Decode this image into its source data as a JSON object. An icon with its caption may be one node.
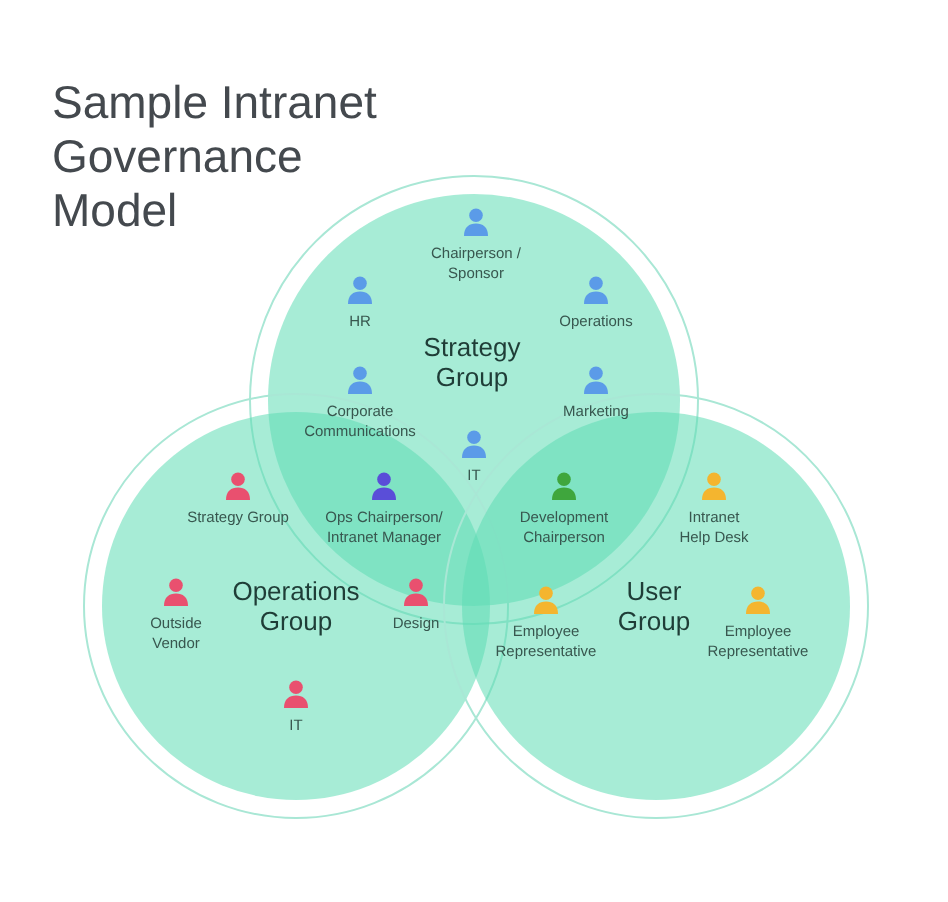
{
  "diagram": {
    "title": "Sample Intranet Governance Model",
    "nodes": [
      {
        "text": [
          "Strategy Group"
        ]
      },
      {
        "text": [
          "Chairperson / Sponsor"
        ],
        "in": 0
      },
      {
        "text": [
          "HR"
        ],
        "in": 0
      },
      {
        "text": [
          "Operations"
        ],
        "in": 0
      },
      {
        "text": [
          "Corporate Communications"
        ],
        "in": 0
      },
      {
        "text": [
          "Marketing"
        ],
        "in": 0
      },
      {
        "text": [
          "IT"
        ],
        "in": 0
      },
      {
        "text": [
          "Operations Group"
        ]
      },
      {
        "text": [
          "Strategy Group"
        ],
        "in": 7
      },
      {
        "text": [
          "Ops Chairperson/ Intranet Manager"
        ]
      },
      {
        "text": [
          "Outside Vendor"
        ],
        "in": 7
      },
      {
        "text": [
          "Design"
        ],
        "in": 7
      },
      {
        "text": [
          "IT"
        ],
        "in": 7
      },
      {
        "text": [
          "User Group"
        ]
      },
      {
        "text": [
          "Development Chairperson"
        ]
      },
      {
        "text": [
          "Intranet Help Desk"
        ],
        "in": 13
      },
      {
        "text": [
          "Employee Representative"
        ],
        "in": 13
      },
      {
        "text": [
          "Employee Representative"
        ],
        "in": 13
      }
    ]
  }
}
